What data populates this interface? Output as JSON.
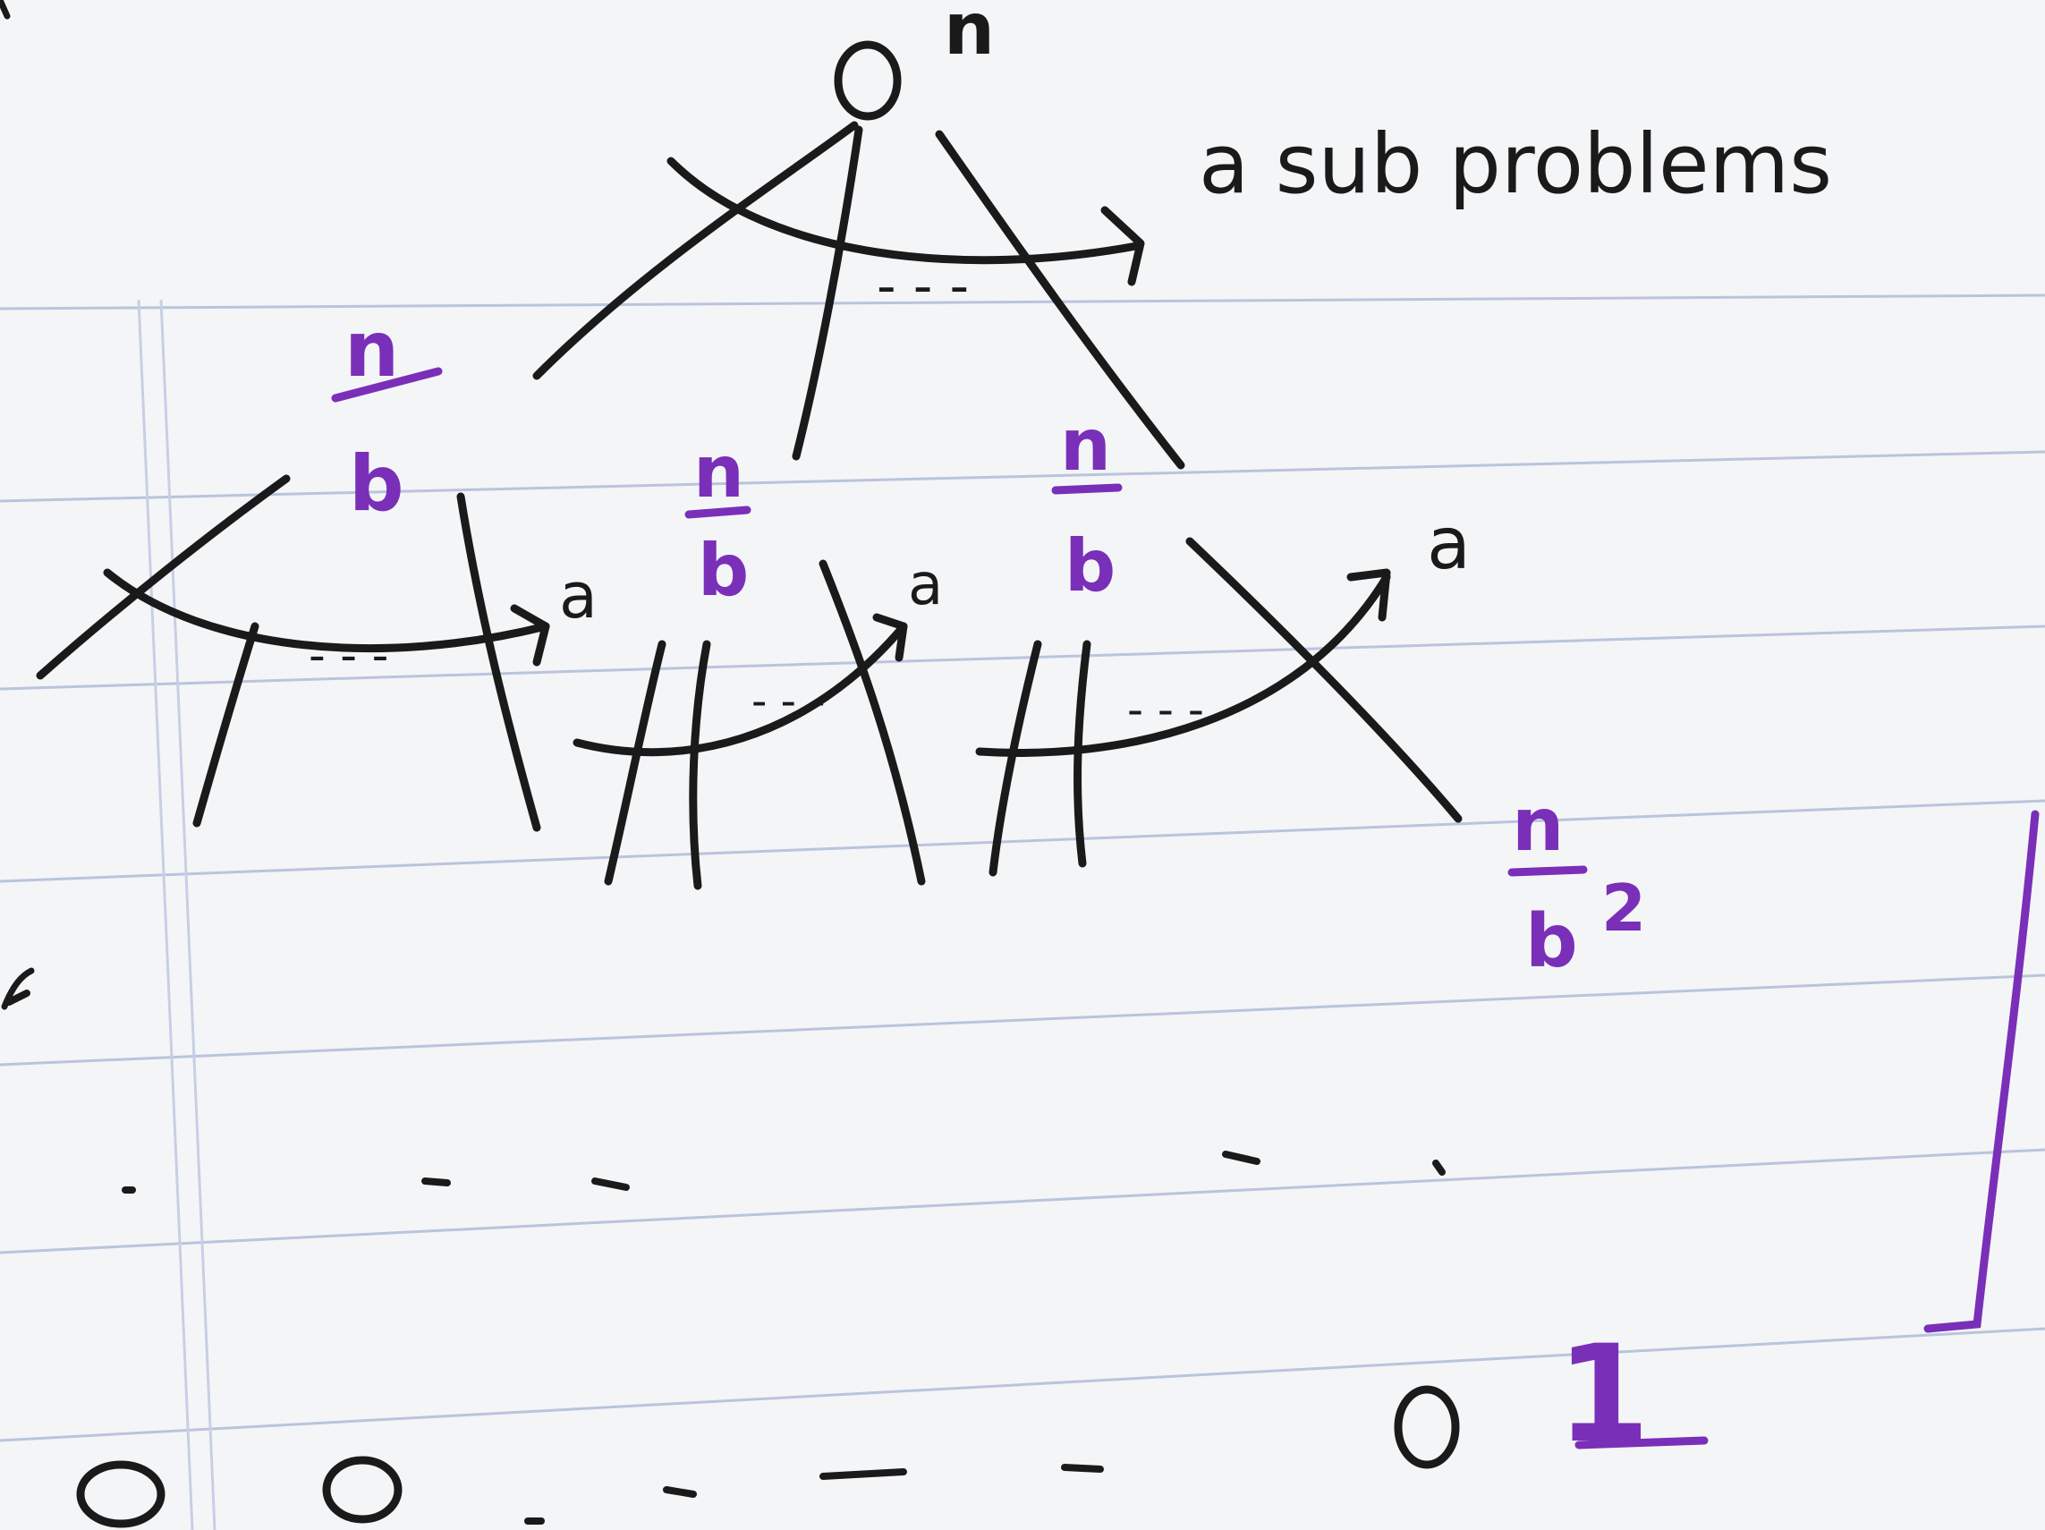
{
  "diagram": {
    "root_label": "n",
    "top_annotation": "a sub problems",
    "level1": {
      "fraction_numerator": "n",
      "fraction_denominator": "b",
      "branch_count_label": "a"
    },
    "level2": {
      "fraction_numerator": "n",
      "fraction_denominator": "b",
      "exponent": "2"
    },
    "bottom_leaf_value": "1"
  },
  "colors": {
    "ink": "#1a1a1a",
    "annotation": "#7a2fb8",
    "paper": "#f4f5f7",
    "rule_line": "#b9c4dd",
    "margin_line": "#c7cfe4"
  }
}
